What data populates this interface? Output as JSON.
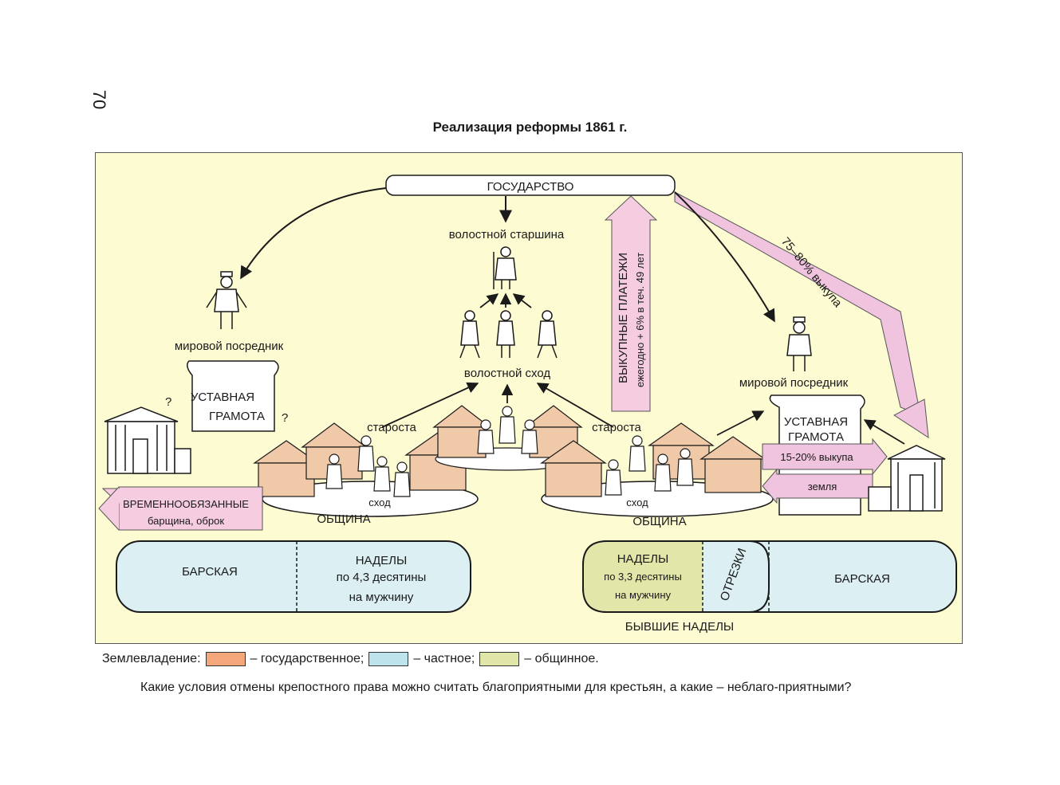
{
  "page_number": "70",
  "title": "Реализация реформы 1861 г.",
  "diagram": {
    "state": "ГОСУДАРСТВО",
    "volost_elder": "волостной старшина",
    "volost_assembly": "волостной сход",
    "redemption_payments_1": "ВЫКУПНЫЕ ПЛАТЕЖИ",
    "redemption_payments_2": "ежегодно + 6% в теч. 49 лет",
    "redemption_share": "75–80% выкупа",
    "peace_mediator_left": "мировой посредник",
    "peace_mediator_right": "мировой посредник",
    "charter_left_1": "УСТАВНАЯ",
    "charter_left_2": "ГРАМОТА",
    "charter_right_1": "УСТАВНАЯ",
    "charter_right_2": "ГРАМОТА",
    "question_mark": "?",
    "elder_left": "староста",
    "elder_right": "староста",
    "gathering_left": "сход",
    "gathering_right": "сход",
    "commune_left": "ОБЩИНА",
    "commune_right": "ОБЩИНА",
    "temp_obliged_1": "ВРЕМЕННООБЯЗАННЫЕ",
    "temp_obliged_2": "барщина, оброк",
    "payment_15_20": "15-20% выкупа",
    "land": "земля",
    "left_bar": {
      "lord_land": "БАРСКАЯ",
      "allot_1": "НАДЕЛЫ",
      "allot_2": "по 4,3 десятины",
      "allot_3": "на мужчину"
    },
    "right_bar": {
      "allot_1": "НАДЕЛЫ",
      "allot_2": "по 3,3 десятины",
      "allot_3": "на мужчину",
      "cutoffs": "ОТРЕЗКИ",
      "lord_land": "БАРСКАЯ",
      "former": "БЫВШИЕ НАДЕЛЫ"
    }
  },
  "legend": {
    "label": "Землевладение:",
    "items": [
      {
        "color": "#f4a77a",
        "text": "– государственное;"
      },
      {
        "color": "#bfe3ec",
        "text": "– частное;"
      },
      {
        "color": "#dfe6a8",
        "text": "– общинное."
      }
    ]
  },
  "question": "Какие условия отмены крепостного права можно считать благоприятными для крестьян, а какие – неблаго-приятными?",
  "colors": {
    "panel": "#fdfbd2",
    "pink": "#f6cde0",
    "blue": "#dcf0f4",
    "green": "#e2e6a8",
    "hut": "#f0c9a8"
  }
}
